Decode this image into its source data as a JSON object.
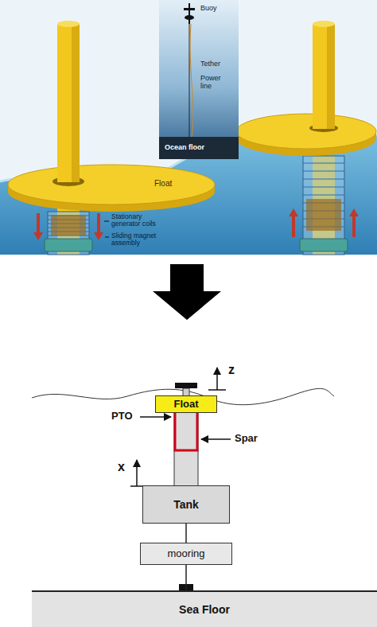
{
  "diagram": {
    "nodes": [
      {
        "text": [
          "Float"
        ]
      },
      {
        "text": [
          "Tank"
        ]
      },
      {
        "text": [
          "mooring"
        ]
      },
      {
        "text": [
          "Sea Floor"
        ]
      }
    ],
    "edges": [
      {
        "from": 1,
        "to": 2,
        "arrow": "none"
      },
      {
        "from": 2,
        "to": 3,
        "arrow": "none"
      }
    ],
    "labels": [
      "Buoy",
      "Tether",
      "Power line",
      "Ocean floor",
      "Float",
      "Stationary generator coils",
      "Sliding magnet assembly",
      "z",
      "PTO",
      "Spar",
      "x"
    ]
  }
}
